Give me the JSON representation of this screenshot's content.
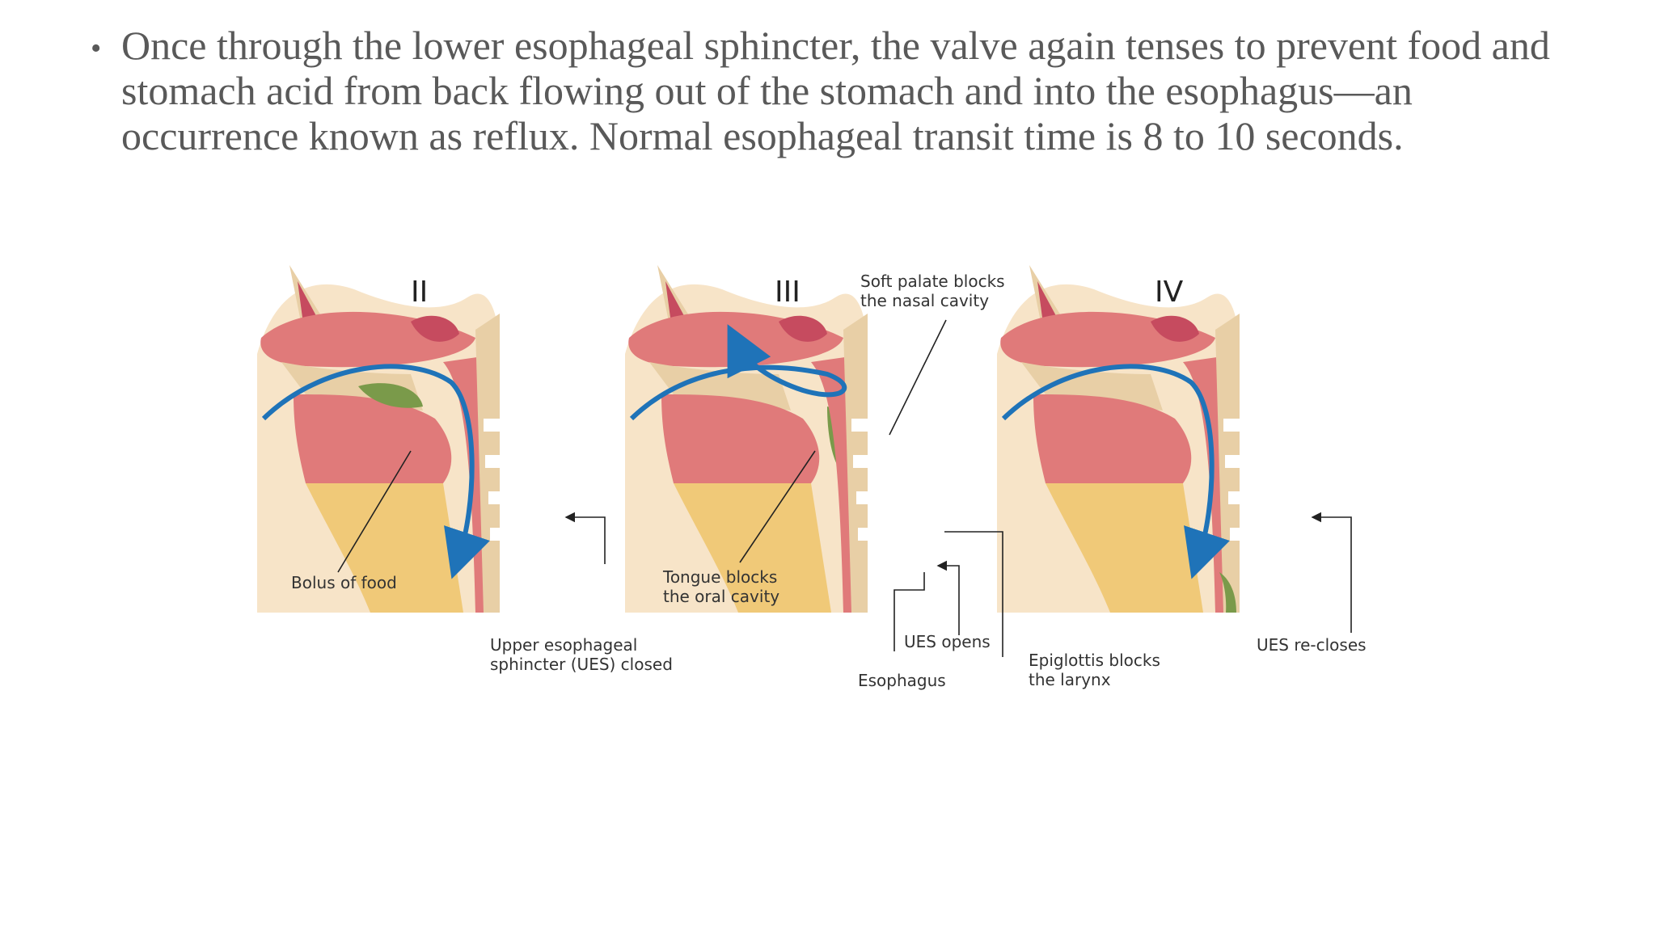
{
  "slide": {
    "bullet_text": "Once through the lower esophageal sphincter, the valve again tenses to prevent food and stomach acid from back flowing out of the stomach and into the esophagus—an occurrence known as reflux. Normal esophageal transit time is 8 to 10 seconds."
  },
  "figure": {
    "panels": [
      {
        "numeral": "II"
      },
      {
        "numeral": "III"
      },
      {
        "numeral": "IV"
      }
    ],
    "labels": {
      "bolus_of_food": "Bolus of food",
      "ues_closed_1": "Upper esophageal",
      "ues_closed_2": "sphincter (UES) closed",
      "tongue_blocks_1": "Tongue blocks",
      "tongue_blocks_2": "the oral cavity",
      "soft_palate_1": "Soft palate blocks",
      "soft_palate_2": "the nasal cavity",
      "ues_opens": "UES opens",
      "esophagus": "Esophagus",
      "epiglottis_1": "Epiglottis blocks",
      "epiglottis_2": "the larynx",
      "ues_recloses": "UES re-closes"
    },
    "colors": {
      "tissue_pink": "#e07a7a",
      "tissue_dark": "#c85a5a",
      "bone_tan": "#e8cfa6",
      "skin_yellow": "#f0c978",
      "bolus_green": "#7a9a4a",
      "arrow_blue": "#1f73b8",
      "vertebra_white": "#ffffff"
    }
  }
}
